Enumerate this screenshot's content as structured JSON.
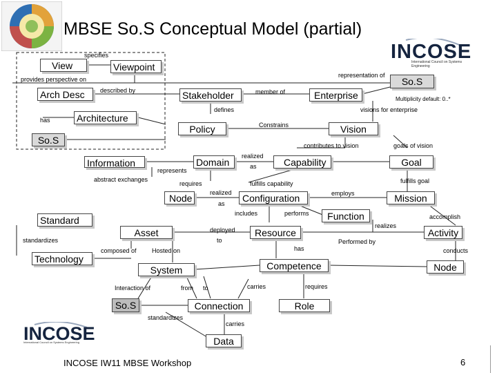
{
  "slide": {
    "title": "MBSE So.S Conceptual Model (partial)",
    "footer": "INCOSE IW11 MBSE Workshop",
    "page_number": "6",
    "top_logo": {
      "text": "INCOSE",
      "subtext": "International Council on Systems Engineering"
    },
    "bottom_logo": {
      "text": "INCOSE",
      "subtext": "International Council on Systems Engineering"
    }
  },
  "nodes": {
    "view": "View",
    "viewpoint": "Viewpoint",
    "arch_desc": "Arch Desc",
    "stakeholder": "Stakeholder",
    "enterprise": "Enterprise",
    "sos_top": "So.S",
    "architecture": "Architecture",
    "policy": "Policy",
    "vision": "Vision",
    "sos_left": "So.S",
    "information": "Information",
    "domain": "Domain",
    "capability": "Capability",
    "goal": "Goal",
    "node_mid": "Node",
    "configuration": "Configuration",
    "mission": "Mission",
    "standard": "Standard",
    "function": "Function",
    "asset": "Asset",
    "resource": "Resource",
    "activity": "Activity",
    "technology": "Technology",
    "competence": "Competence",
    "node_right": "Node",
    "system": "System",
    "sos_bottom": "So.S",
    "connection": "Connection",
    "role": "Role",
    "data": "Data"
  },
  "labels": {
    "specifies": "specifies",
    "provides_perspective_on": "provides perspective on",
    "representation_of": "representation of",
    "described_by": "described by",
    "member_of": "member of",
    "multiplicity": "Multiplicity default: 0..*",
    "has_arch": "has",
    "defines": "defines",
    "visions_for_enterprise": "visions for enterprise",
    "constrains": "Constrains",
    "contributes_to_vision": "contributes to vision",
    "goals_of_vision": "goals of vision",
    "realized": "realized",
    "as_cap": "as",
    "represents": "represents",
    "abstract_exchanges": "abstract exchanges",
    "requires_node": "requires",
    "fulfills_capability": "fulfills capability",
    "fulfills_goal": "fulfills goal",
    "realized_as": "realized",
    "as_config": "as",
    "employs": "employs",
    "includes": "includes",
    "performs": "performs",
    "accomplish": "accomplish",
    "standardizes_tech": "standardizes",
    "deployed": "deployed",
    "to_resource": "to",
    "realizes": "realizes",
    "performed_by": "Performed by",
    "composed_of": "composed of",
    "hosted_on": "Hosted on",
    "has_competence": "has",
    "conducts": "conducts",
    "interaction_of": "Interaction of",
    "from": "from",
    "to_conn": "to",
    "carries_competence": "carries",
    "requires_role": "requires",
    "standardizes_data": "standardizes",
    "carries_data": "carries"
  },
  "colors": {
    "sos_box_fill": "#d9d9d9",
    "sos_bottom_fill": "#bcbcbc",
    "box_border": "#444444",
    "shadow": "#c8c8c8"
  }
}
